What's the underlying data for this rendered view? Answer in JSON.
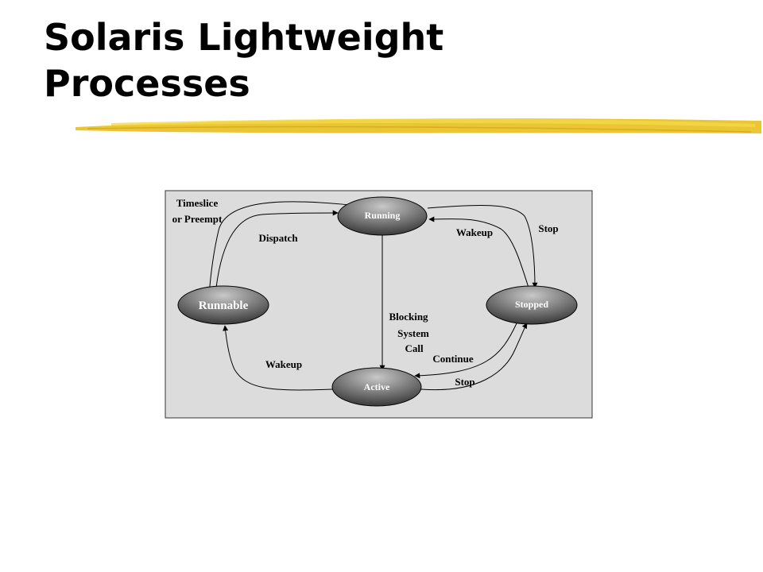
{
  "slide": {
    "title_line1": "Solaris Lightweight",
    "title_line2": "Processes"
  },
  "colors": {
    "underline": "#e8c020",
    "panel_fill": "#dcdcdc",
    "node_dark": "#3a3a3a",
    "node_light": "#c8c8c8"
  },
  "diagram": {
    "states": {
      "running": "Running",
      "runnable": "Runnable",
      "stopped": "Stopped",
      "active": "Active"
    },
    "transitions": {
      "timeslice_1": "Timeslice",
      "timeslice_2": "or Preempt",
      "dispatch": "Dispatch",
      "wakeup_top": "Wakeup",
      "stop_top": "Stop",
      "blocking_1": "Blocking",
      "blocking_2": "System",
      "blocking_3": "Call",
      "continue": "Continue",
      "wakeup_bottom": "Wakeup",
      "stop_bottom": "Stop"
    }
  }
}
